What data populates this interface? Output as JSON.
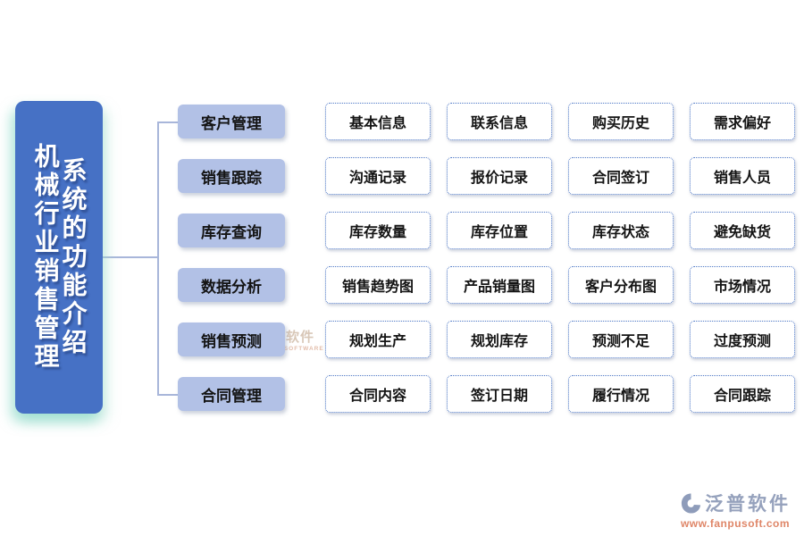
{
  "root": {
    "title": "机械行业销售管理系统的功能介绍",
    "title_column_left": "机械行业销售管理",
    "title_column_right": "系统的功能介绍"
  },
  "categories": [
    {
      "label": "客户管理",
      "items": [
        "基本信息",
        "联系信息",
        "购买历史",
        "需求偏好"
      ]
    },
    {
      "label": "销售跟踪",
      "items": [
        "沟通记录",
        "报价记录",
        "合同签订",
        "销售人员"
      ]
    },
    {
      "label": "库存查询",
      "items": [
        "库存数量",
        "库存位置",
        "库存状态",
        "避免缺货"
      ]
    },
    {
      "label": "数据分析",
      "items": [
        "销售趋势图",
        "产品销量图",
        "客户分布图",
        "市场情况"
      ]
    },
    {
      "label": "销售预测",
      "items": [
        "规划生产",
        "规划库存",
        "预测不足",
        "过度预测"
      ]
    },
    {
      "label": "合同管理",
      "items": [
        "合同内容",
        "签订日期",
        "履行情况",
        "合同跟踪"
      ]
    }
  ],
  "watermark": {
    "text": "泛普软件",
    "subtext": "FANPU SOFTWARE"
  },
  "logo": {
    "name": "泛普软件",
    "url": "www.fanpusoft.com"
  },
  "colors": {
    "root_fill": "#4671c5",
    "category_fill": "#b2c1e6",
    "item_border": "#4f79c7",
    "connector": "#a8b6da",
    "logo_text": "#95a1bc",
    "logo_url": "#df8668"
  }
}
